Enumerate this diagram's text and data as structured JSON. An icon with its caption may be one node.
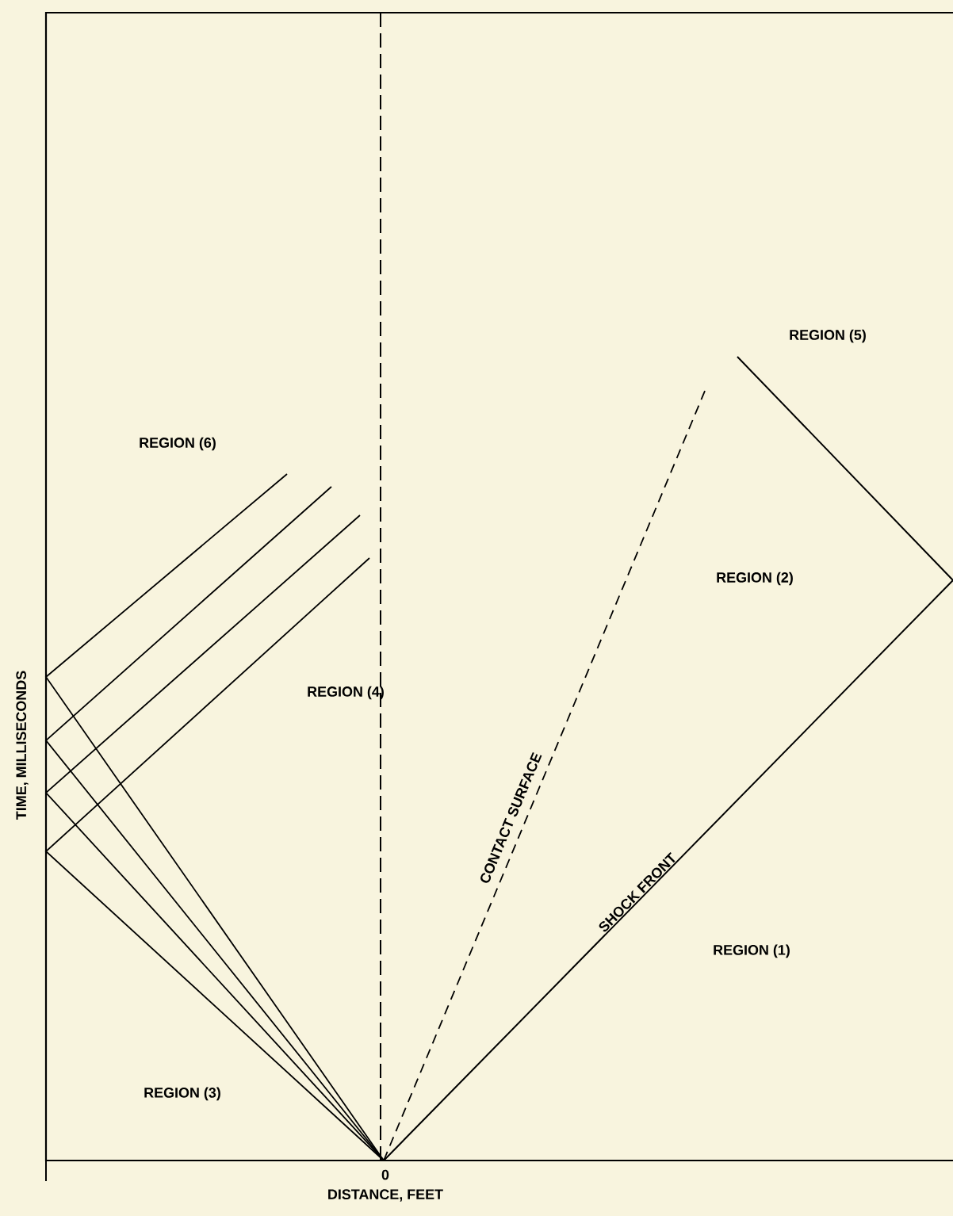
{
  "diagram": {
    "labels": [
      "REGION (6)",
      "REGION (5)",
      "REGION (2)",
      "REGION (4)",
      "CONTACT SURFACE",
      "SHOCK FRONT",
      "REGION (1)",
      "REGION (3)",
      "TIME, MILLISECONDS",
      "0",
      "DISTANCE, FEET"
    ]
  }
}
